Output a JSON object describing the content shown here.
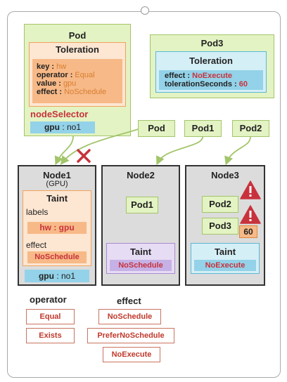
{
  "pod": {
    "title": "Pod",
    "toleration_title": "Toleration",
    "key_label": "key",
    "key_value": "hw",
    "operator_label": "operator",
    "operator_value": "Equal",
    "value_label": "value",
    "value_value": "gpu",
    "effect_label": "effect",
    "effect_value": "NoSchedule",
    "node_selector_label": "nodeSelector",
    "node_selector_key": "gpu",
    "node_selector_value": "no1"
  },
  "pod3": {
    "title": "Pod3",
    "toleration_title": "Toleration",
    "effect_label": "effect",
    "effect_value": "NoExecute",
    "seconds_label": "tolerationSeconds",
    "seconds_value": "60"
  },
  "top_pods": [
    "Pod",
    "Pod1",
    "Pod2"
  ],
  "separator": ":",
  "node1": {
    "title": "Node1",
    "subtitle": "(GPU)",
    "taint_title": "Taint",
    "labels_label": "labels",
    "labels_key": "hw",
    "labels_value": "gpu",
    "effect_label": "effect",
    "effect_value": "NoSchedule",
    "footer_key": "gpu",
    "footer_value": "no1"
  },
  "node2": {
    "title": "Node2",
    "pod": "Pod1",
    "taint_title": "Taint",
    "taint_effect": "NoSchedule"
  },
  "node3": {
    "title": "Node3",
    "pod_a": "Pod2",
    "pod_b": "Pod3",
    "timer": "60",
    "taint_title": "Taint",
    "taint_effect": "NoExecute"
  },
  "legend": {
    "operator_title": "operator",
    "operators": [
      "Equal",
      "Exists"
    ],
    "effect_title": "effect",
    "effects": [
      "NoSchedule",
      "PreferNoSchedule",
      "NoExecute"
    ]
  },
  "colors": {
    "pod_green": "#e3f3c3",
    "toleration_orange": "#fde6d2",
    "toleration_cyan": "#d5eff7",
    "node_gray": "#dcdcdc",
    "taint_purple": "#d9c7ee",
    "warning_red": "#c8323c"
  },
  "icons": {
    "blocked": "red-x-icon",
    "warning": "warning-triangle-icon"
  }
}
